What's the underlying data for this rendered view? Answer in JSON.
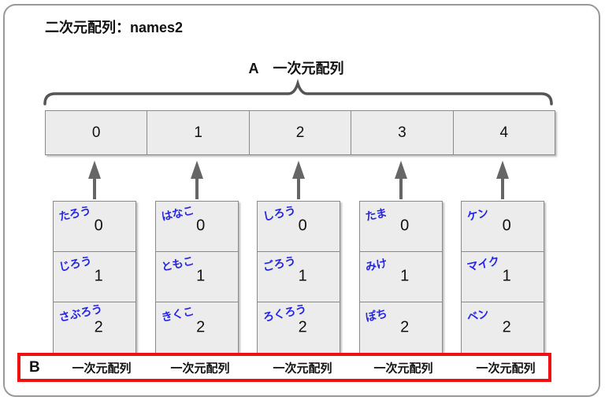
{
  "title": "二次元配列：names2",
  "legend_a": {
    "marker": "A",
    "label": "一次元配列"
  },
  "index_row": {
    "cells": [
      "0",
      "1",
      "2",
      "3",
      "4"
    ]
  },
  "columns": [
    {
      "cells": [
        {
          "name": "たろう",
          "index": "0"
        },
        {
          "name": "じろう",
          "index": "1"
        },
        {
          "name": "さぶろう",
          "index": "2"
        }
      ]
    },
    {
      "cells": [
        {
          "name": "はなこ",
          "index": "0"
        },
        {
          "name": "ともこ",
          "index": "1"
        },
        {
          "name": "きくこ",
          "index": "2"
        }
      ]
    },
    {
      "cells": [
        {
          "name": "しろう",
          "index": "0"
        },
        {
          "name": "ごろう",
          "index": "1"
        },
        {
          "name": "ろくろう",
          "index": "2"
        }
      ]
    },
    {
      "cells": [
        {
          "name": "たま",
          "index": "0"
        },
        {
          "name": "みけ",
          "index": "1"
        },
        {
          "name": "ぽち",
          "index": "2"
        }
      ]
    },
    {
      "cells": [
        {
          "name": "ケン",
          "index": "0"
        },
        {
          "name": "マイク",
          "index": "1"
        },
        {
          "name": "ベン",
          "index": "2"
        }
      ]
    }
  ],
  "legend_b": {
    "marker": "B",
    "row_labels": [
      "一次元配列",
      "一次元配列",
      "一次元配列",
      "一次元配列",
      "一次元配列"
    ]
  },
  "colors": {
    "accent_red": "#ee1111",
    "name_blue": "#2525e6",
    "arrow_gray": "#666666",
    "cell_bg": "#ececec",
    "cell_border": "#8a8a8a"
  }
}
